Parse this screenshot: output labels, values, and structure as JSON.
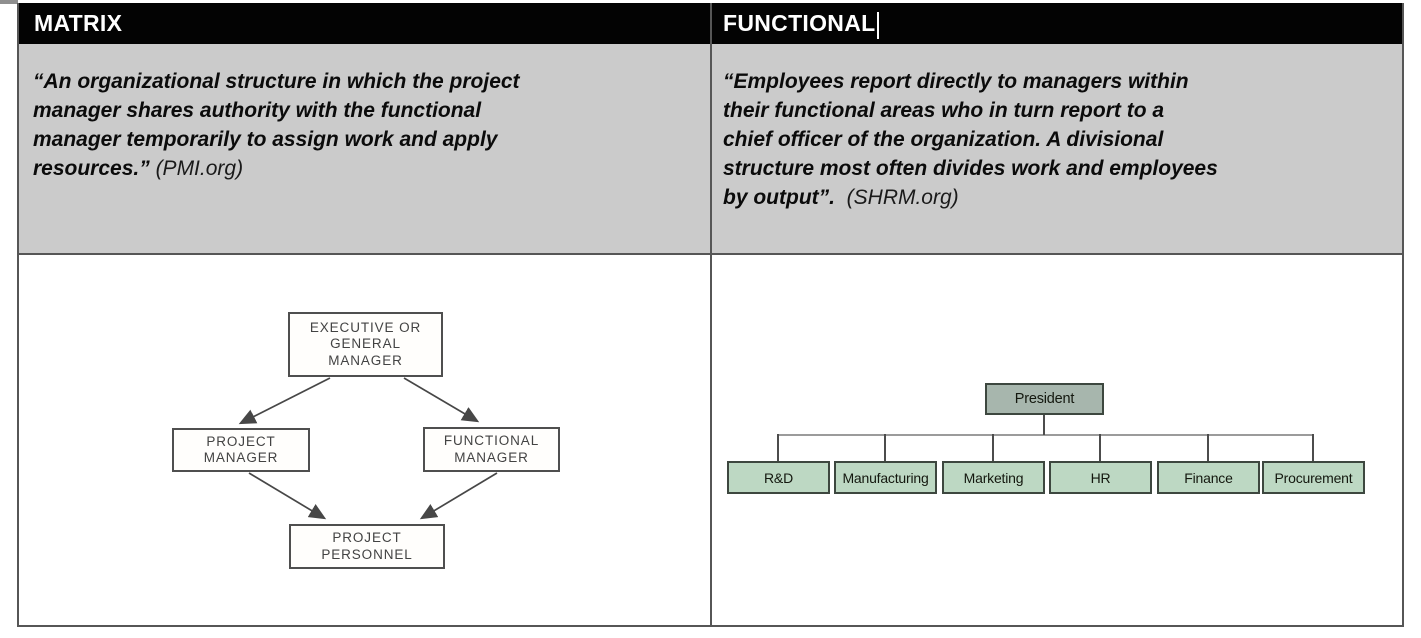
{
  "table": {
    "border_color": "#565656",
    "header": {
      "bg": "#000000",
      "text_color": "#ffffff",
      "columns": [
        {
          "label": "MATRIX"
        },
        {
          "label": "FUNCTIONAL",
          "has_text_cursor": true
        }
      ]
    },
    "quotes": {
      "bg": "#cbcbcb",
      "matrix": {
        "lines": [
          "“An organizational structure in which the project",
          "manager shares authority with the functional",
          "manager temporarily to assign work and apply"
        ],
        "last_line_quote": "resources.”",
        "last_line_source": " (PMI.org)"
      },
      "functional": {
        "lines": [
          "“Employees report directly to managers within",
          "their functional areas who in turn report to a",
          "chief officer of the organization. A divisional",
          "structure most often divides work and employees"
        ],
        "last_line_quote": "by output”.",
        "last_line_source": "  (SHRM.org)"
      }
    },
    "diagrams": {
      "matrix_org_chart": {
        "nodes": {
          "executive": "EXECUTIVE OR\nGENERAL\nMANAGER",
          "project_manager": "PROJECT\nMANAGER",
          "functional_manager": "FUNCTIONAL\nMANAGER",
          "project_personnel": "PROJECT\nPERSONNEL"
        }
      },
      "functional_org_chart": {
        "root": "President",
        "departments": [
          "R&D",
          "Manufacturing",
          "Marketing",
          "HR",
          "Finance",
          "Procurement"
        ],
        "root_fill": "#a7b6ad",
        "department_fill": "#bdd8c3"
      }
    }
  }
}
